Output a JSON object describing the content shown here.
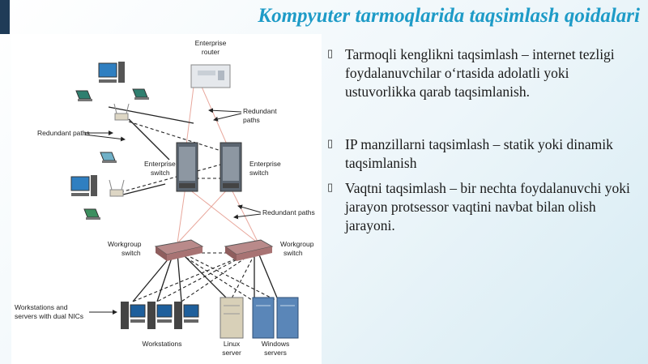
{
  "slide": {
    "title": "Kompyuter tarmoqlarida taqsimlash qoidalari",
    "bullet_marker": "▯",
    "bullets": [
      "Tarmoqli kenglikni taqsimlash – internet tezligi foydalanuvchilar o‘rtasida adolatli yoki ustuvorlikka qarab taqsimlanish.",
      "IP manzillarni taqsimlash – statik yoki dinamik taqsimlanish",
      "Vaqtni taqsimlash – bir nechta foydalanuvchi yoki jarayon protsessor vaqtini navbat bilan olish jarayoni."
    ]
  },
  "diagram": {
    "labels": {
      "router_1": "Enterprise",
      "router_2": "router",
      "redundant_paths_top_1": "Redundant",
      "redundant_paths_top_2": "paths",
      "redundant_paths_left": "Redundant paths",
      "ent_switch_left_1": "Enterprise",
      "ent_switch_left_2": "switch",
      "ent_switch_right_1": "Enterprise",
      "ent_switch_right_2": "switch",
      "redundant_paths_right": "Redundant paths",
      "wg_switch_left_1": "Workgroup",
      "wg_switch_left_2": "switch",
      "wg_switch_right_1": "Workgroup",
      "wg_switch_right_2": "switch",
      "workstations_servers_1": "Workstations and",
      "workstations_servers_2": "servers with dual NICs",
      "workstations": "Workstations",
      "linux_1": "Linux",
      "linux_2": "server",
      "windows_1": "Windows",
      "windows_2": "servers"
    }
  }
}
